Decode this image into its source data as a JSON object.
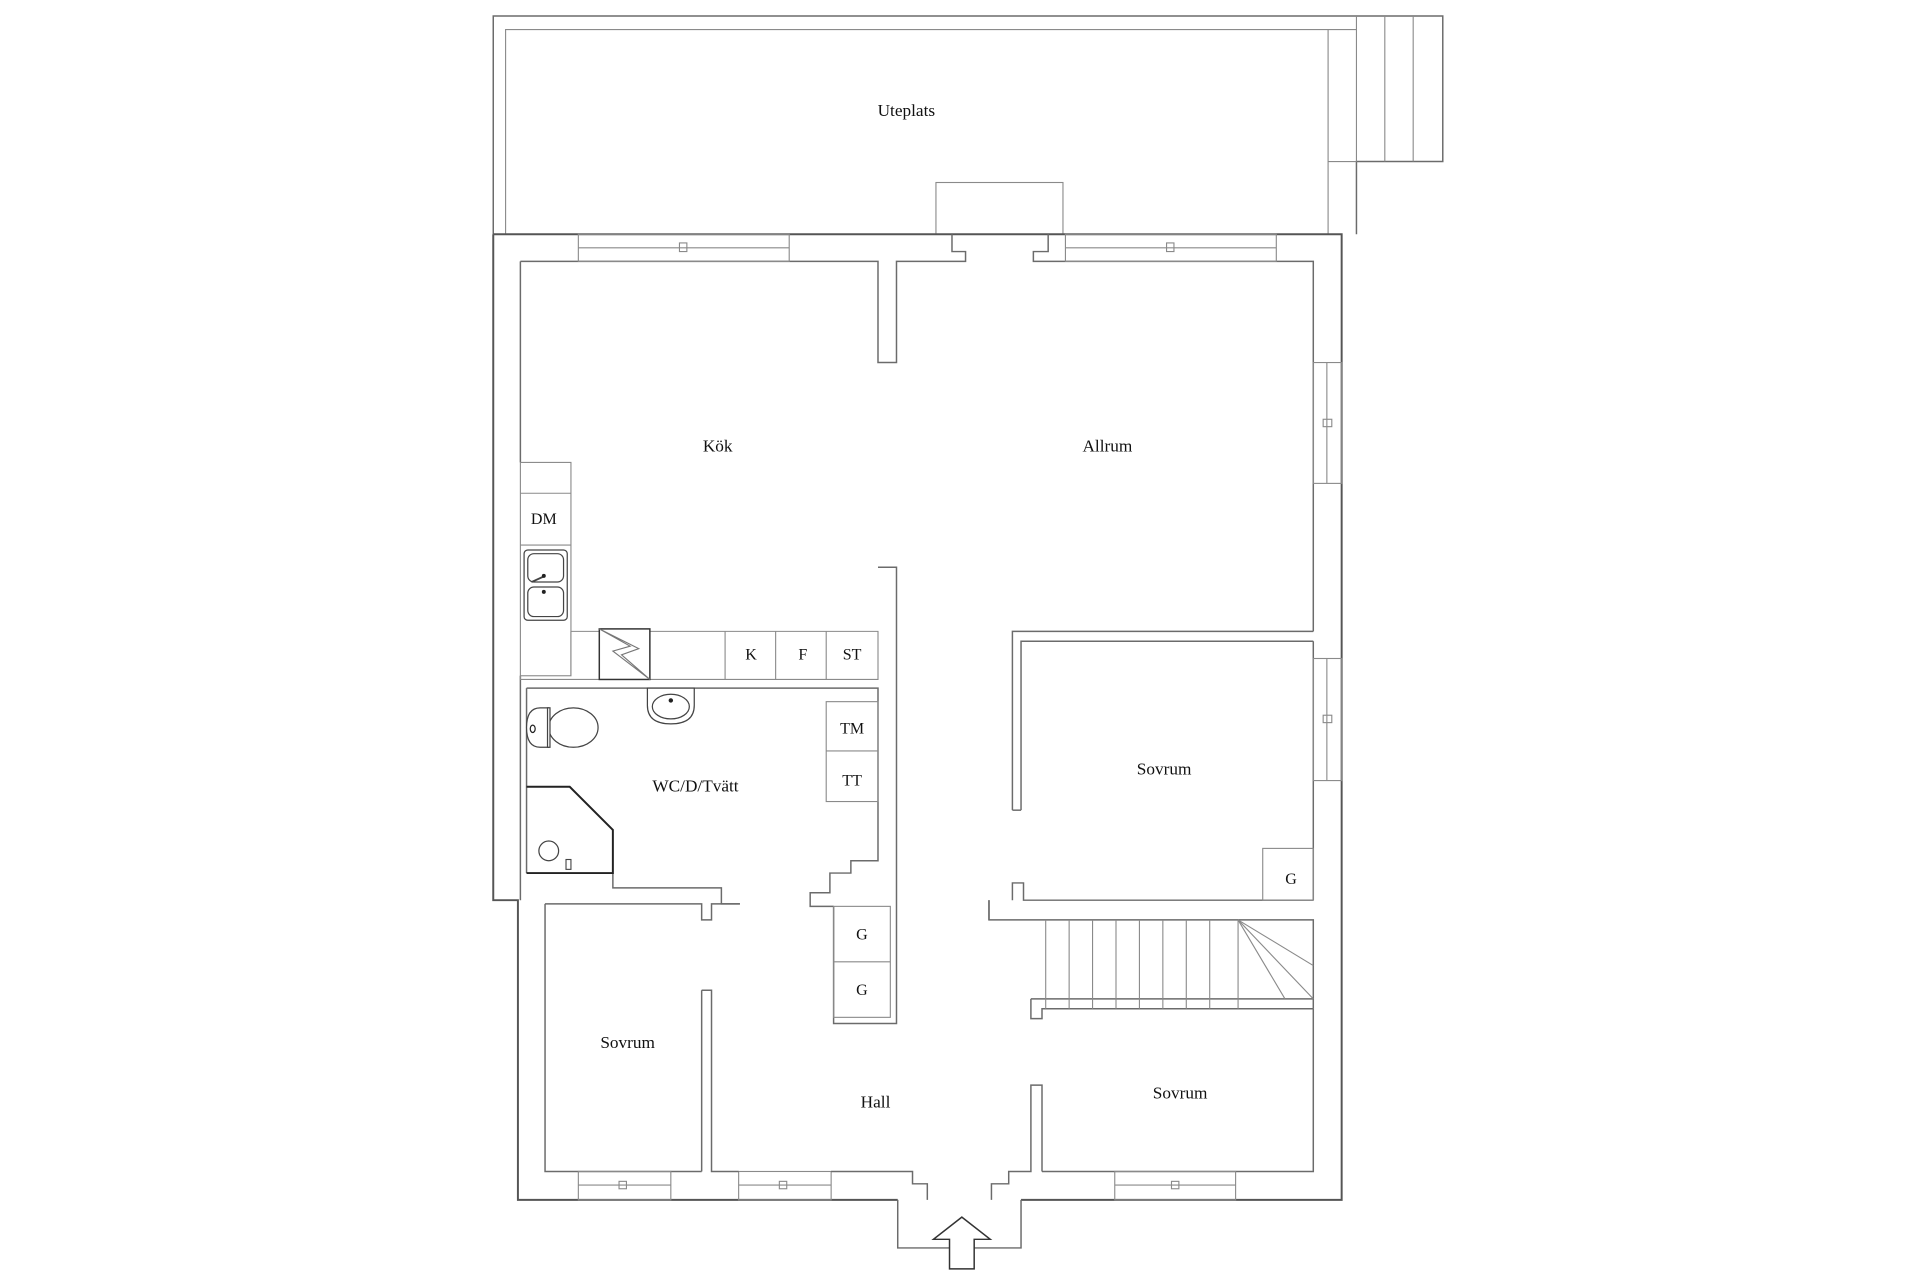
{
  "floorplan": {
    "rooms": [
      {
        "id": "uteplats",
        "label": "Uteplats"
      },
      {
        "id": "kok",
        "label": "Kök"
      },
      {
        "id": "allrum",
        "label": "Allrum"
      },
      {
        "id": "wc",
        "label": "WC/D/Tvätt"
      },
      {
        "id": "sovrum_east",
        "label": "Sovrum"
      },
      {
        "id": "sovrum_sw",
        "label": "Sovrum"
      },
      {
        "id": "sovrum_se",
        "label": "Sovrum"
      },
      {
        "id": "hall",
        "label": "Hall"
      }
    ],
    "appliances": {
      "dishwasher": "DM",
      "fridge": "K",
      "freezer": "F",
      "oven": "ST",
      "washer": "TM",
      "dryer": "TT",
      "closet_east": "G",
      "closet_hall_1": "G",
      "closet_hall_2": "G"
    },
    "icons": [
      "sink-icon",
      "stove-icon",
      "toilet-icon",
      "washbasin-icon",
      "shower-icon",
      "staircase-icon",
      "entrance-arrow-icon"
    ],
    "colors": {
      "wall": "#6b6b6b",
      "background": "#ffffff",
      "text": "#111111"
    }
  }
}
